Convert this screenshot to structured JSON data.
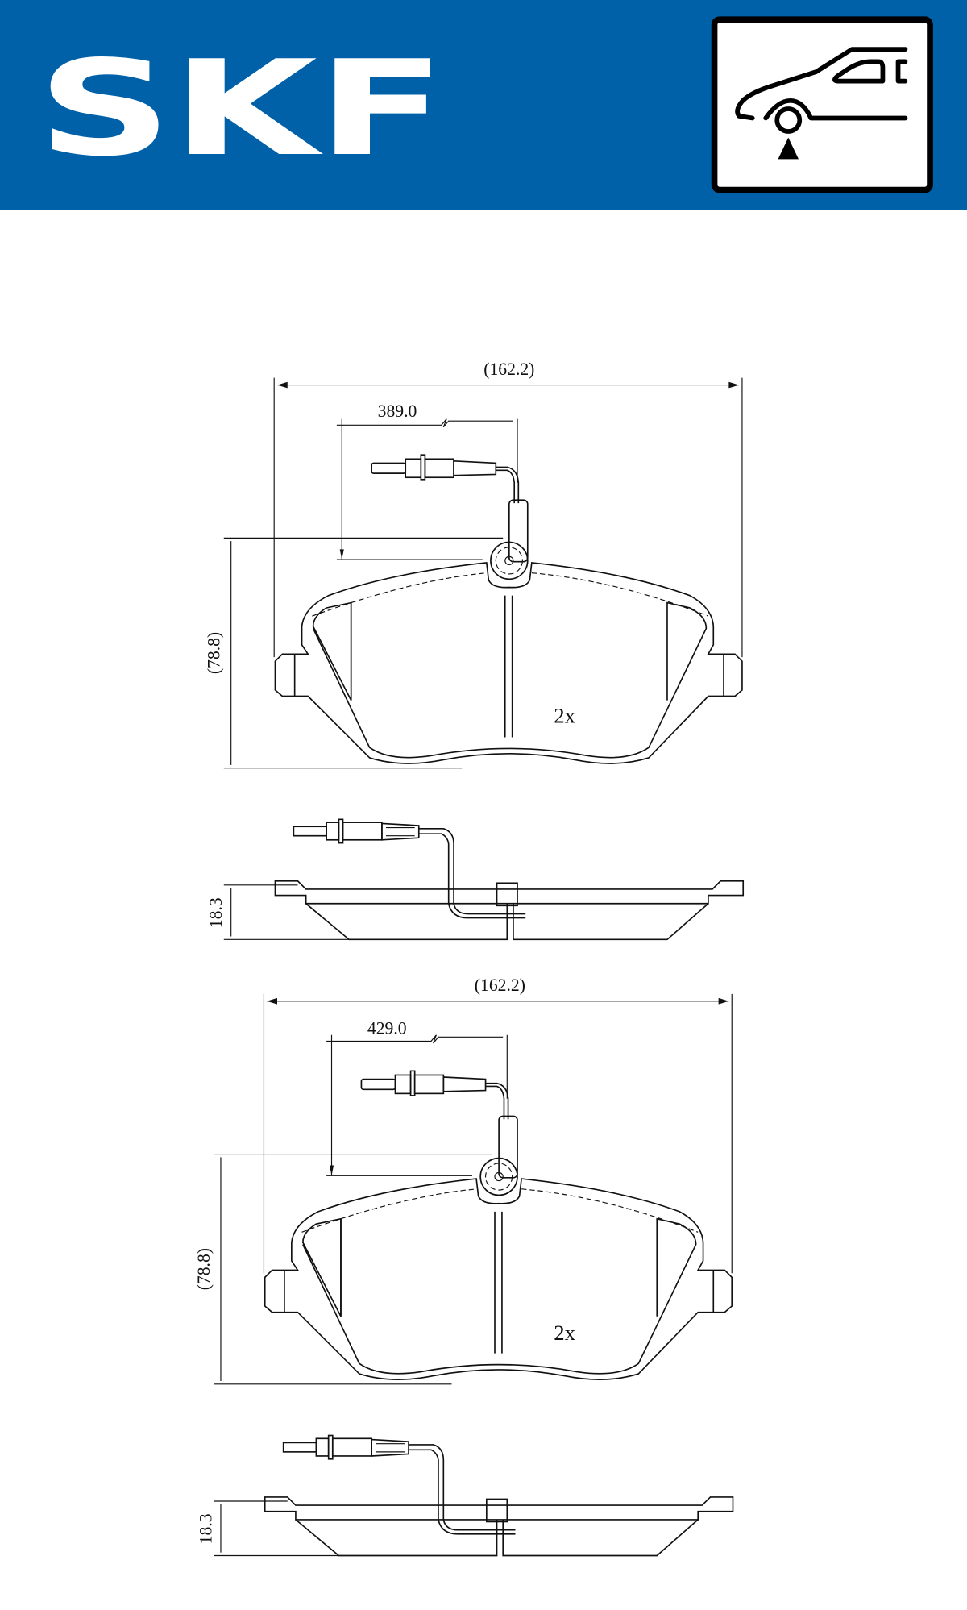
{
  "header": {
    "brand_color": "#0061a9",
    "logo_text": "SKF",
    "position_icon": "car-front-axle-icon"
  },
  "pads": [
    {
      "width_label": "(162.2)",
      "wire_length_label": "389.0",
      "height_label": "(78.8)",
      "thickness_label": "18.3",
      "quantity_label": "2x"
    },
    {
      "width_label": "(162.2)",
      "wire_length_label": "429.0",
      "height_label": "(78.8)",
      "thickness_label": "18.3",
      "quantity_label": "2x"
    }
  ]
}
